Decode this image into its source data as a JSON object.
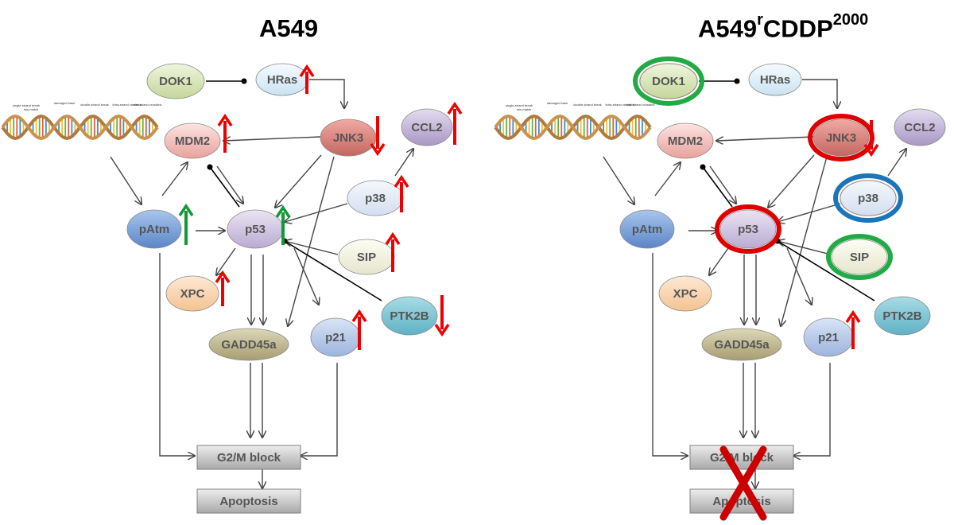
{
  "panels": [
    {
      "title": "A549",
      "title_sup": "",
      "nodes": {
        "dok1": "DOK1",
        "hras": "HRas",
        "mdm2": "MDM2",
        "jnk3": "JNK3",
        "ccl2": "CCL2",
        "p38": "p38",
        "patm": "pAtm",
        "p53": "p53",
        "sip": "SIP",
        "xpc": "XPC",
        "ptk2b": "PTK2B",
        "p21": "p21",
        "gadd45a": "GADD45a",
        "g2m": "G2/M block",
        "apoptosis": "Apoptosis"
      }
    },
    {
      "title": "A549",
      "title_sup_r": "r",
      "title_rest": "CDDP",
      "title_sup": "2000",
      "nodes": {
        "dok1": "DOK1",
        "hras": "HRas",
        "mdm2": "MDM2",
        "jnk3": "JNK3",
        "ccl2": "CCL2",
        "p38": "p38",
        "patm": "pAtm",
        "p53": "p53",
        "sip": "SIP",
        "xpc": "XPC",
        "ptk2b": "PTK2B",
        "p21": "p21",
        "gadd45a": "GADD45a",
        "g2m": "G2/M block",
        "apoptosis": "Apoptosis"
      }
    }
  ],
  "dna_labels": [
    "single-strand break",
    "mis-match",
    "damaged base",
    "double-strand break",
    "intra-strand crosslink",
    "inter-strand crosslink"
  ],
  "colors": {
    "up_red": "#ee0000",
    "up_green": "#119933",
    "outline_red": "#dd0000",
    "outline_green": "#22aa44",
    "outline_blue": "#1a75bb",
    "cross": "#cc0000"
  }
}
